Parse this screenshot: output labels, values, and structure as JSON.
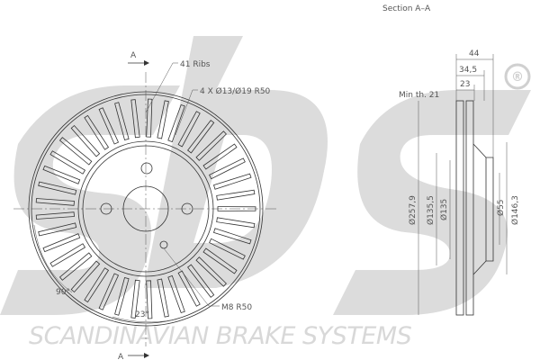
{
  "watermark": {
    "logo": "sbs",
    "text": "SCANDINAVIAN BRAKE SYSTEMS",
    "registered": "®",
    "color": "#d9d9d9"
  },
  "front_view": {
    "section_marker": "A",
    "ribs_label": "41 Ribs",
    "rib_count": 41,
    "holes_label": "4 X Ø13/Ø19   R50",
    "angle_90": "90°",
    "angle_23": "23°",
    "thread_label": "M8   R50"
  },
  "section_view": {
    "title": "Section A–A",
    "dim_44": "44",
    "dim_34_5": "34,5",
    "dim_23": "23",
    "min_thickness": "Min th. 21",
    "dia_outer": "Ø257,9",
    "dia_135_5": "Ø135,5",
    "dia_135": "Ø135",
    "dia_55": "Ø55",
    "dia_146_3": "Ø146,3"
  }
}
